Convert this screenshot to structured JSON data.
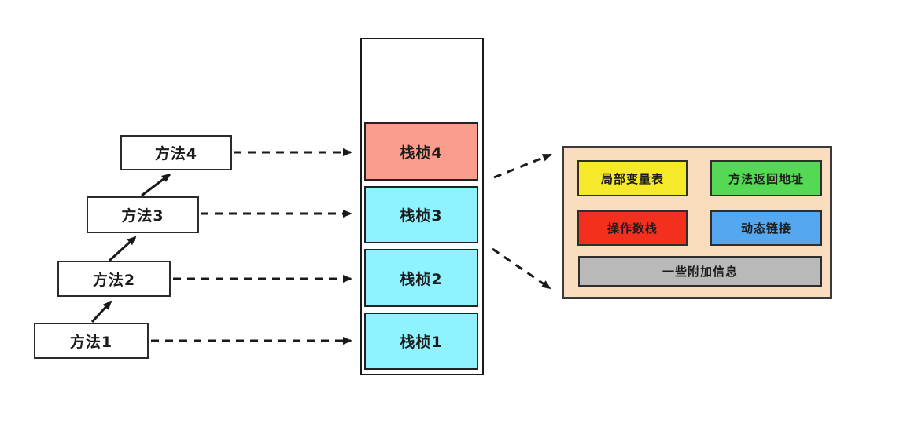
{
  "diagram": {
    "subject": "jvm-stack-frames",
    "background": "#ffffff"
  },
  "methods": [
    {
      "label": "方法1"
    },
    {
      "label": "方法2"
    },
    {
      "label": "方法3"
    },
    {
      "label": "方法4"
    }
  ],
  "stack": {
    "frames": [
      {
        "label": "栈桢4",
        "color": "#fa9d8d",
        "state": "current"
      },
      {
        "label": "栈桢3",
        "color": "#8ff3ff",
        "state": "normal"
      },
      {
        "label": "栈桢2",
        "color": "#8ff3ff",
        "state": "normal"
      },
      {
        "label": "栈桢1",
        "color": "#8ff3ff",
        "state": "normal"
      }
    ]
  },
  "frame_detail": {
    "background": "#fadcbe",
    "cells": [
      {
        "label": "局部变量表",
        "color": "#f5e929"
      },
      {
        "label": "方法返回地址",
        "color": "#55d955"
      },
      {
        "label": "操作数栈",
        "color": "#f2301d"
      },
      {
        "label": "动态链接",
        "color": "#55a8f0"
      },
      {
        "label": "一些附加信息",
        "color": "#b9b9b9"
      }
    ]
  },
  "connector_color": "#1a1a1a"
}
